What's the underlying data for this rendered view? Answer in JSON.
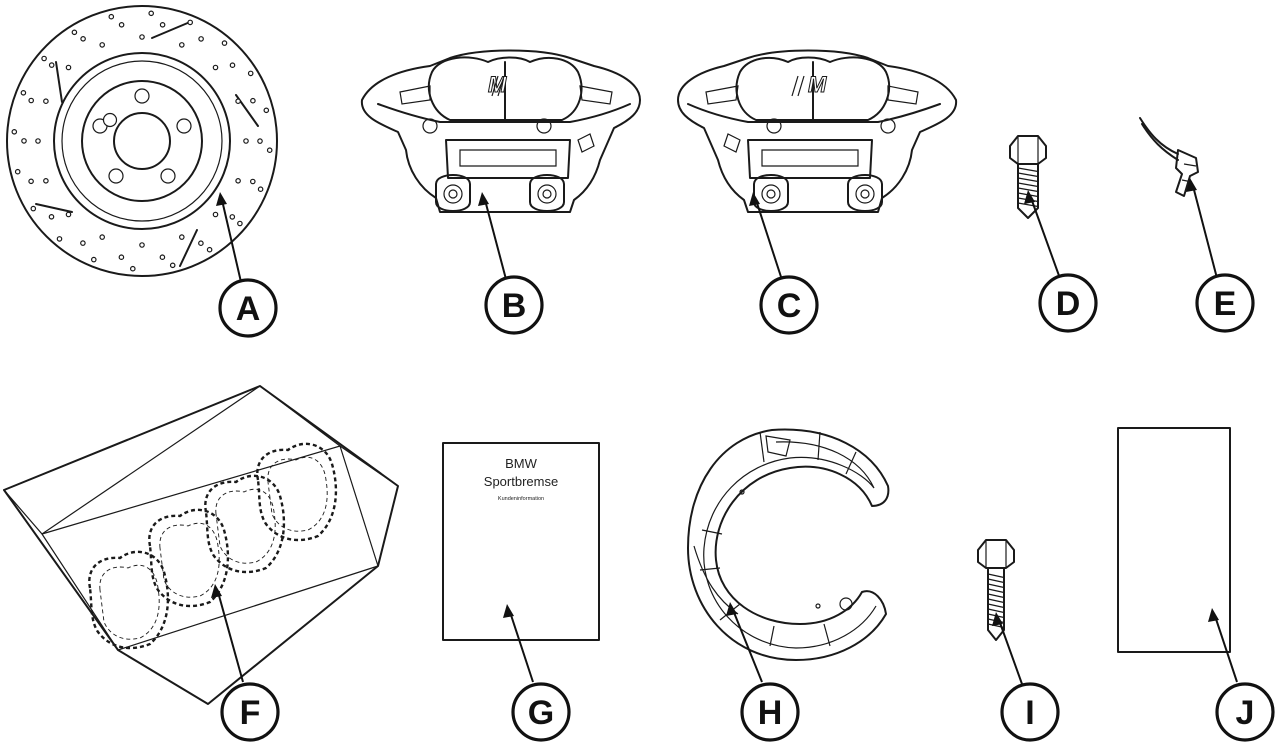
{
  "callouts": {
    "a": "A",
    "b": "B",
    "c": "C",
    "d": "D",
    "e": "E",
    "f": "F",
    "g": "G",
    "h": "H",
    "i": "I",
    "j": "J"
  },
  "booklet": {
    "brand": "BMW",
    "title": "Sportbremse",
    "subtitle": "Kundeninformation"
  },
  "caliper_logos": {
    "left": "M",
    "right": "M"
  }
}
